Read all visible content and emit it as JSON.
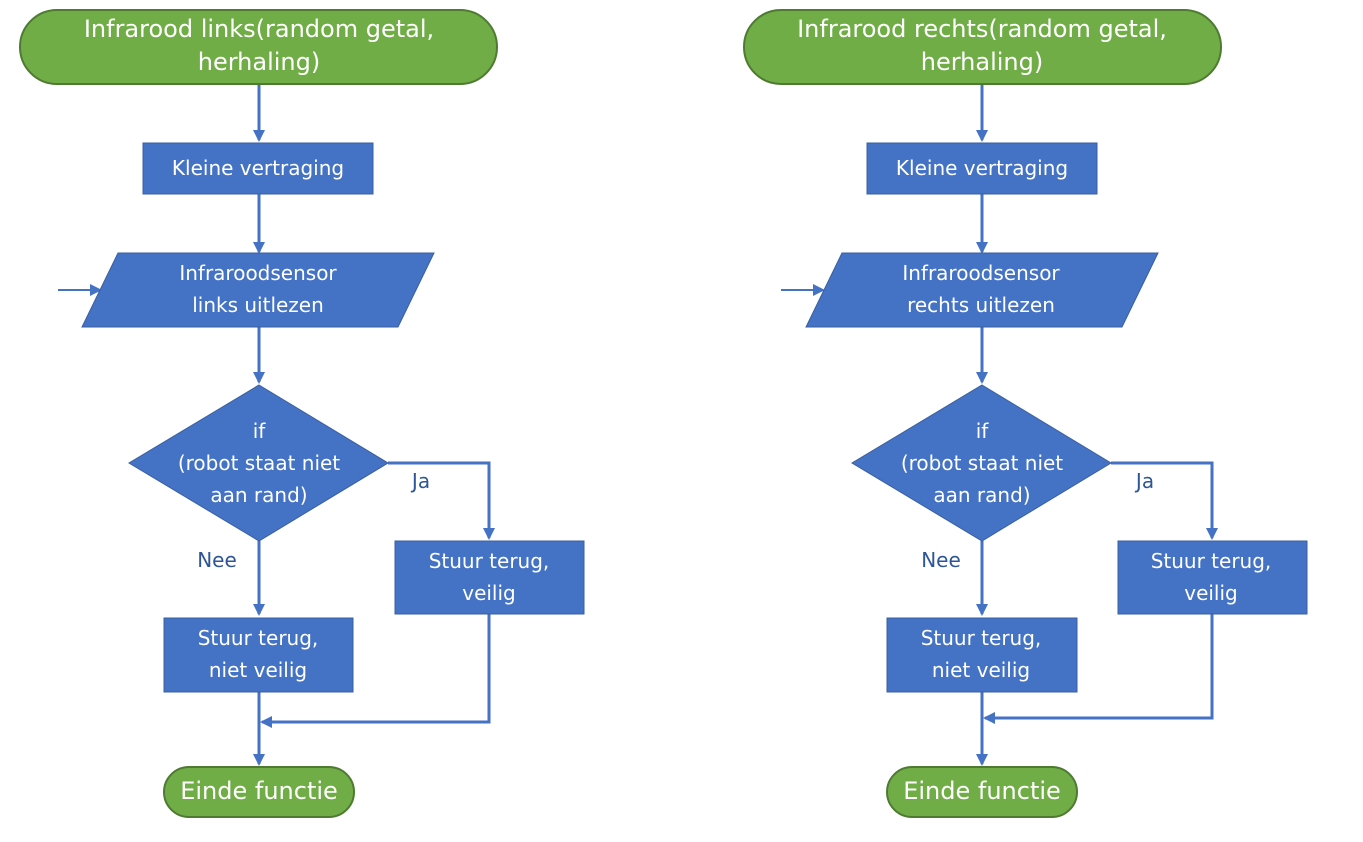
{
  "colors": {
    "terminator_fill": "#70ad47",
    "terminator_stroke": "#4e7a31",
    "process_fill": "#4472c4",
    "process_stroke": "#3a5f9f",
    "arrow": "#4472c4",
    "label": "#2e5597",
    "box_text": "#ffffff"
  },
  "flowcharts": [
    {
      "start_line1": "Infrarood links(random getal,",
      "start_line2": "herhaling)",
      "delay": "Kleine vertraging",
      "read_line1": "Infraroodsensor",
      "read_line2": "links uitlezen",
      "decision_line1": "if",
      "decision_line2": "(robot staat niet",
      "decision_line3": "aan rand)",
      "yes_label": "Ja",
      "no_label": "Nee",
      "yes_line1": "Stuur terug,",
      "yes_line2": "veilig",
      "no_line1": "Stuur terug,",
      "no_line2": "niet veilig",
      "end": "Einde functie"
    },
    {
      "start_line1": "Infrarood rechts(random getal,",
      "start_line2": "herhaling)",
      "delay": "Kleine vertraging",
      "read_line1": "Infraroodsensor",
      "read_line2": "rechts uitlezen",
      "decision_line1": "if",
      "decision_line2": "(robot staat niet",
      "decision_line3": "aan rand)",
      "yes_label": "Ja",
      "no_label": "Nee",
      "yes_line1": "Stuur terug,",
      "yes_line2": "veilig",
      "no_line1": "Stuur terug,",
      "no_line2": "niet veilig",
      "end": "Einde functie"
    }
  ]
}
